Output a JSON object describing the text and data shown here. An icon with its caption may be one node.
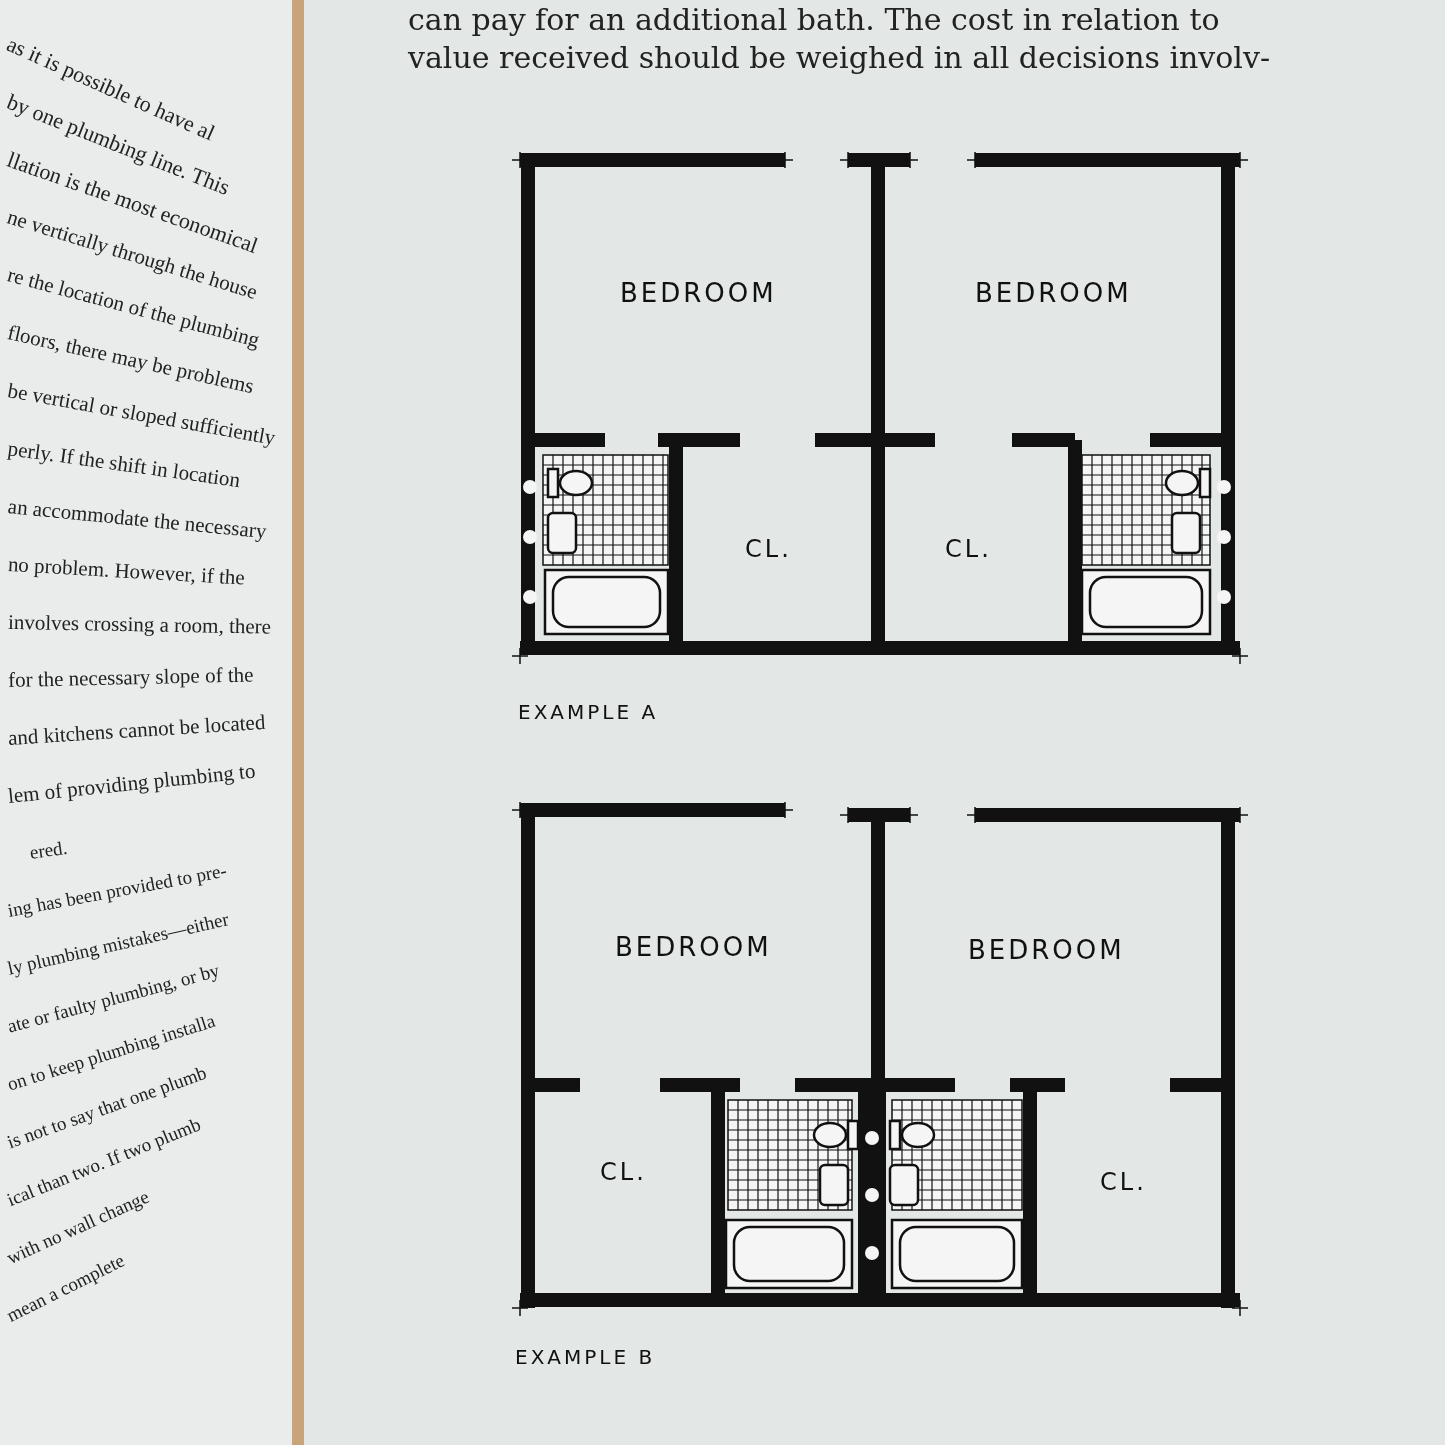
{
  "diagram": {
    "labels": [
      "as it is possible to have al",
      "by one plumbing line. This",
      "llation is the most economical",
      "ne vertically through the house",
      "re the location of the plumbing",
      "floors, there may be problems",
      "be vertical or sloped sufficiently",
      "perly. If the shift in location",
      "an accommodate the necessary",
      "no problem. However, if the",
      "involves crossing a room, there",
      "for the necessary slope of the",
      "and kitchens cannot be located",
      "lem of providing plumbing to",
      "ered.",
      "ing has been provided to pre-",
      "ly plumbing mistakes—either",
      "ate or faulty plumbing, or by",
      "on to keep plumbing installa",
      "is not to say that one plumb",
      "ical than two. If two plumb",
      "with no wall change",
      "mean a complete",
      "can pay for an additional bath. The cost in relation to",
      "value received should be weighed in all decisions involv-",
      "BEDROOM",
      "BEDROOM",
      "CL.",
      "CL.",
      "EXAMPLE A",
      "BEDROOM",
      "BEDROOM",
      "CL.",
      "CL.",
      "EXAMPLE B"
    ]
  }
}
